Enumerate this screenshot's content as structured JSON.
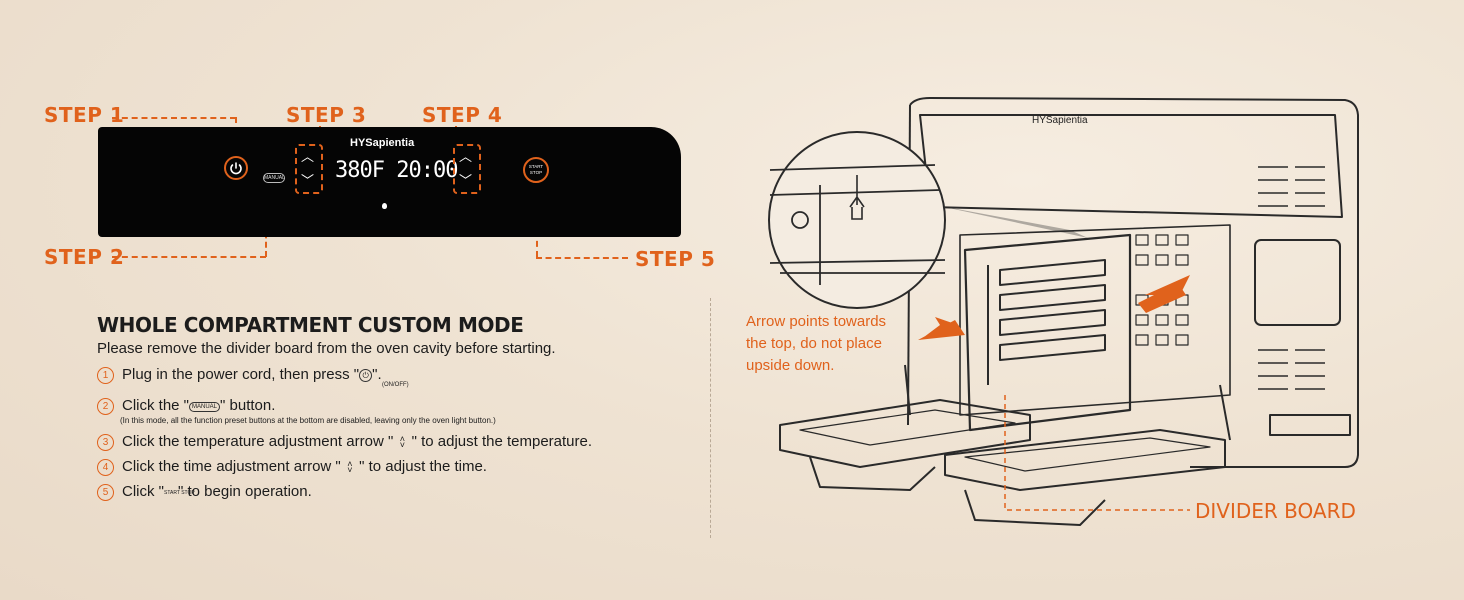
{
  "steps": {
    "s1": "STEP 1",
    "s2": "STEP 2",
    "s3": "STEP 3",
    "s4": "STEP 4",
    "s5": "STEP 5"
  },
  "panel": {
    "brand": "HYSapientia",
    "display": "380F 20:00",
    "manual": "MANUAL",
    "start_stop": "START STOP"
  },
  "instructions": {
    "title": "WHOLE COMPARTMENT CUSTOM MODE",
    "intro": "Please remove the divider board from the oven cavity before starting.",
    "items": [
      {
        "num": "1",
        "text": "Plug in the power cord, then press \"",
        "tail": "\".",
        "sub": "(ON/OFF)"
      },
      {
        "num": "2",
        "text": "Click the \"",
        "tail": "\" button.",
        "mini": "MANUAL"
      },
      {
        "num": "3",
        "text": "Click the temperature adjustment arrow \" ",
        "tail": " \" to adjust the temperature."
      },
      {
        "num": "4",
        "text": "Click the time adjustment arrow \" ",
        "tail": " \" to adjust the time."
      },
      {
        "num": "5",
        "text": "Click \"",
        "tail": "\" to begin operation.",
        "mini": "START STOP"
      }
    ],
    "note": "(In this mode, all the function preset buttons at the bottom are disabled, leaving only the oven light button.)"
  },
  "oven": {
    "brand": "HYSapientia",
    "arrow_note_lines": [
      "Arrow points towards",
      "the top, do not place",
      "upside down."
    ],
    "divider_label": "DIVIDER BOARD"
  },
  "colors": {
    "accent": "#e0621c",
    "panel": "#050505",
    "background": "#efe3d3"
  }
}
